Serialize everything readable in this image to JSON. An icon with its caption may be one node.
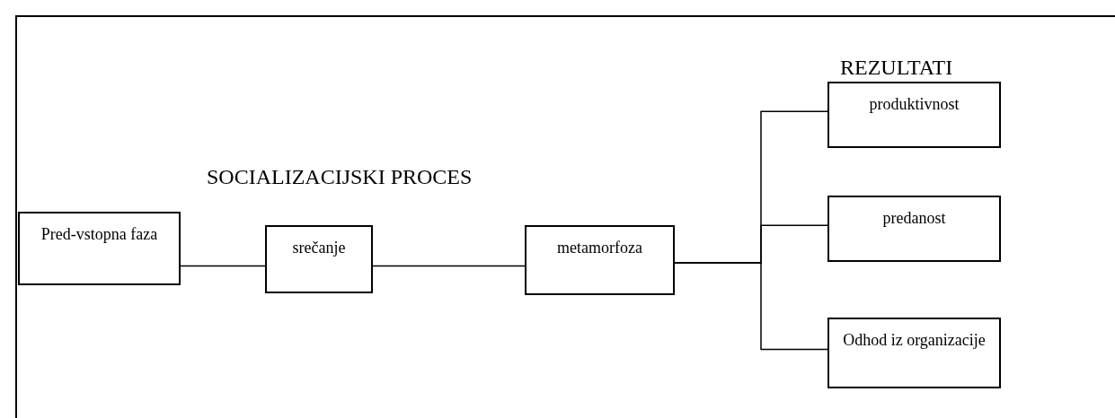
{
  "diagram": {
    "title": "SOCIALIZACIJSKI PROCES",
    "nodes": [
      {
        "text": [
          "Pred-vstopna faza"
        ]
      },
      {
        "text": [
          "srečanje"
        ]
      },
      {
        "text": [
          "metamorfoza"
        ]
      },
      {
        "text": [
          "produktivnost"
        ]
      },
      {
        "text": [
          "predanost"
        ]
      },
      {
        "text": [
          "Odhod iz organizacije"
        ]
      }
    ],
    "edges": [
      {
        "from": 0,
        "to": 1,
        "arrow": "none"
      },
      {
        "from": 1,
        "to": 2,
        "arrow": "none"
      },
      {
        "from": 2,
        "to": 3,
        "arrow": "none"
      },
      {
        "from": 2,
        "to": 4,
        "arrow": "none"
      },
      {
        "from": 2,
        "to": 5,
        "arrow": "none"
      }
    ],
    "labels": [
      "REZULTATI"
    ]
  }
}
